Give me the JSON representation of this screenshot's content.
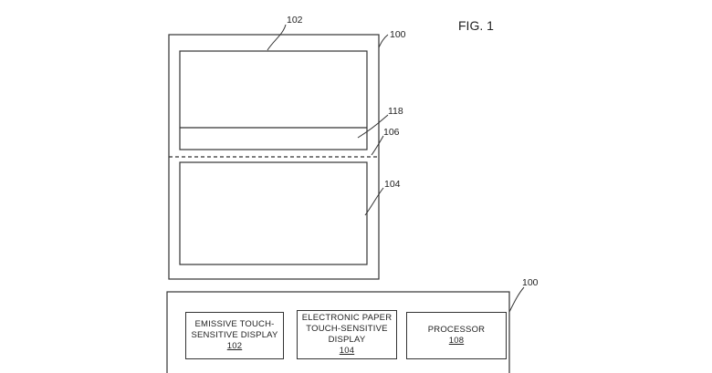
{
  "figure_label": "FIG. 1",
  "top_device": {
    "ref_device": "100",
    "ref_upper_display": "102",
    "ref_strip": "118",
    "ref_hinge": "106",
    "ref_lower_display": "104"
  },
  "block_diagram": {
    "ref_device": "100",
    "components": [
      {
        "line1": "EMISSIVE TOUCH-",
        "line2": "SENSITIVE DISPLAY",
        "line3": "",
        "number": "102"
      },
      {
        "line1": "ELECTRONIC PAPER",
        "line2": "TOUCH-SENSITIVE",
        "line3": "DISPLAY",
        "number": "104"
      },
      {
        "line1": "PROCESSOR",
        "line2": "",
        "line3": "",
        "number": "108"
      }
    ]
  }
}
